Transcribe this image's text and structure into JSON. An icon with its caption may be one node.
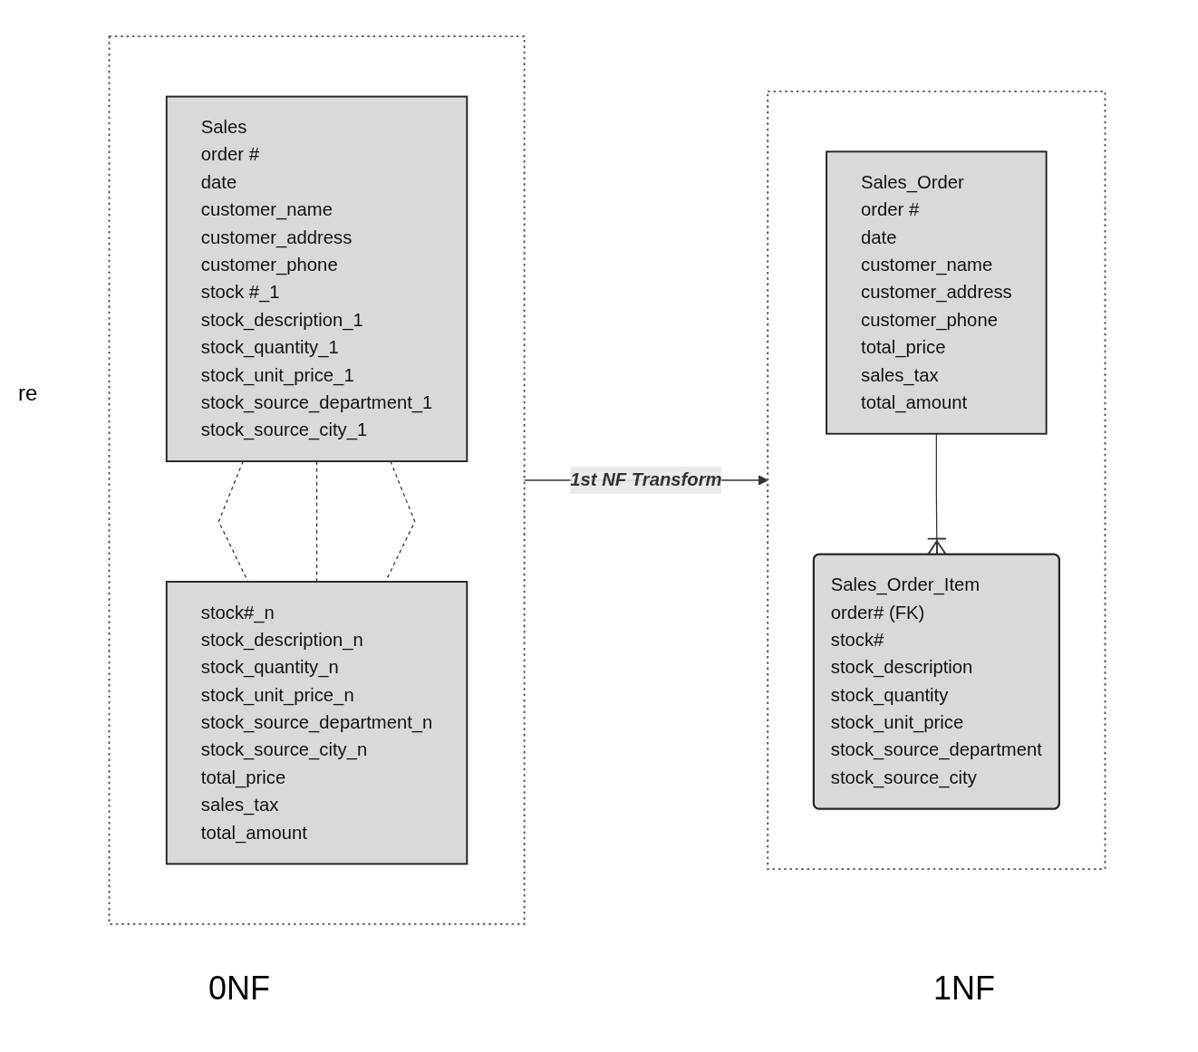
{
  "diagram": {
    "nodes": [
      {
        "text": [],
        "shape": "box"
      },
      {
        "text": [
          "Sales",
          "order #",
          "date",
          "customer_name",
          "customer_address",
          "customer_phone",
          "stock #_1",
          "stock_description_1",
          "stock_quantity_1",
          "stock_unit_price_1",
          "stock_source_department_1",
          "stock_source_city_1"
        ],
        "in": 0
      },
      {
        "text": [
          "stock#_n",
          "stock_description_n",
          "stock_quantity_n",
          "stock_unit_price_n",
          "stock_source_department_n",
          "stock_source_city_n",
          "total_price",
          "sales_tax",
          "total_amount"
        ],
        "in": 0
      },
      {
        "text": [],
        "shape": "box"
      },
      {
        "text": [
          "Sales_Order",
          "order #",
          "date",
          "customer_name",
          "customer_address",
          "customer_phone",
          "total_price",
          "sales_tax",
          "total_amount"
        ],
        "in": 3
      },
      {
        "text": [
          "Sales_Order_Item",
          "order# (FK)",
          "stock#",
          "stock_description",
          "stock_quantity",
          "stock_unit_price",
          "stock_source_department",
          "stock_source_city"
        ],
        "in": 3
      }
    ],
    "edges": [
      {
        "from": 1,
        "to": 2,
        "arrow": "none",
        "style": "dashed"
      },
      {
        "from": 1,
        "to": 2,
        "arrow": "none",
        "style": "dashed"
      },
      {
        "from": 1,
        "to": 2,
        "arrow": "none",
        "style": "dashed"
      },
      {
        "from": 0,
        "to": 3,
        "arrow": "to",
        "label": "1st NF Transform"
      },
      {
        "from": 4,
        "to": 5,
        "arrow": "other"
      }
    ],
    "labels": [
      "re",
      "0NF",
      "1NF"
    ]
  }
}
